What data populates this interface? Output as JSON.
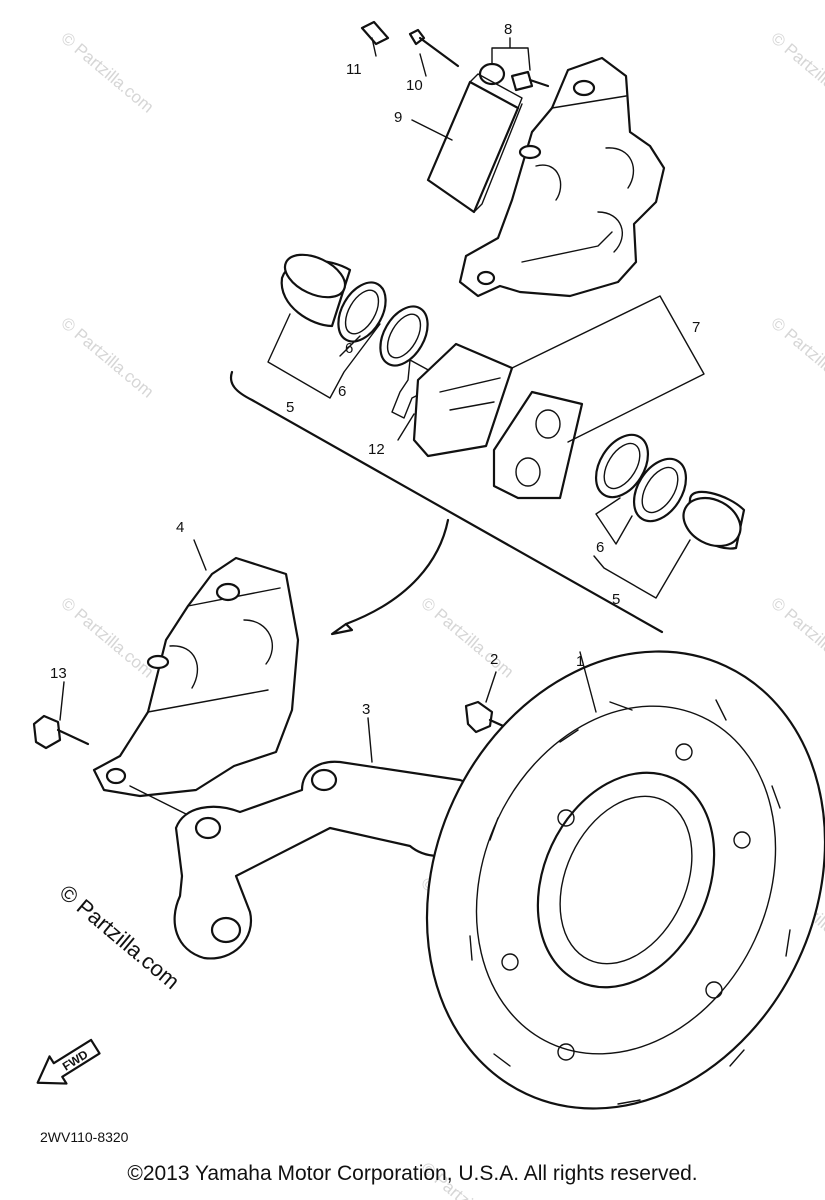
{
  "callouts": [
    {
      "id": "p1",
      "text": "1"
    },
    {
      "id": "p2",
      "text": "2"
    },
    {
      "id": "p3",
      "text": "3"
    },
    {
      "id": "p4",
      "text": "4"
    },
    {
      "id": "p5a",
      "text": "5"
    },
    {
      "id": "p5b",
      "text": "5"
    },
    {
      "id": "p6a",
      "text": "6"
    },
    {
      "id": "p6b",
      "text": "6"
    },
    {
      "id": "p6c",
      "text": "6"
    },
    {
      "id": "p7",
      "text": "7"
    },
    {
      "id": "p8",
      "text": "8"
    },
    {
      "id": "p9",
      "text": "9"
    },
    {
      "id": "p10",
      "text": "10"
    },
    {
      "id": "p11",
      "text": "11"
    },
    {
      "id": "p12",
      "text": "12"
    },
    {
      "id": "p13",
      "text": "13"
    }
  ],
  "watermark": "© Partzilla.com",
  "fwd_label": "FWD",
  "diagram_code": "2WV110-8320",
  "copyright": "©2013 Yamaha Motor Corporation, U.S.A. All rights reserved."
}
